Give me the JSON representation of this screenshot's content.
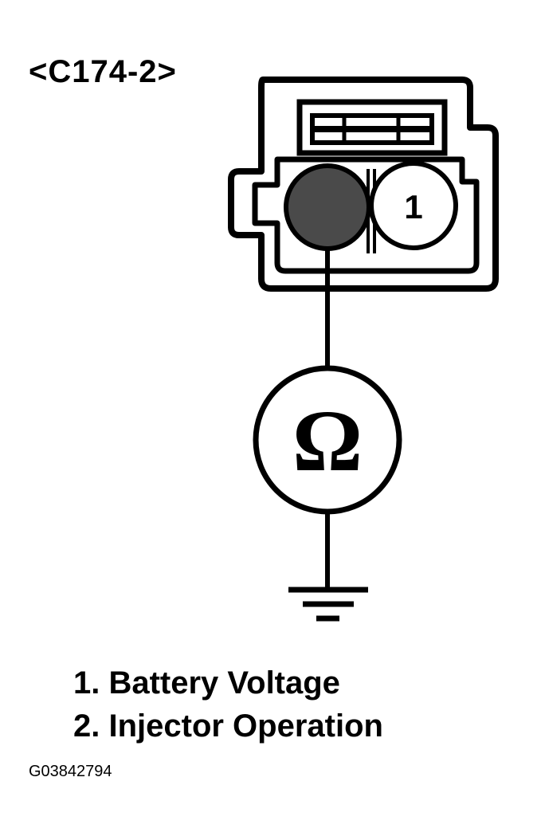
{
  "connector": {
    "label": "<C174-2>"
  },
  "pins": {
    "pin_1_label": "1"
  },
  "meter": {
    "symbol": "Ω",
    "type": "ohmmeter"
  },
  "ground": {
    "icon": "ground-symbol-icon"
  },
  "legend": {
    "items": [
      {
        "text": "1. Battery Voltage"
      },
      {
        "text": "2. Injector Operation"
      }
    ]
  },
  "figure_id": "G03842794"
}
